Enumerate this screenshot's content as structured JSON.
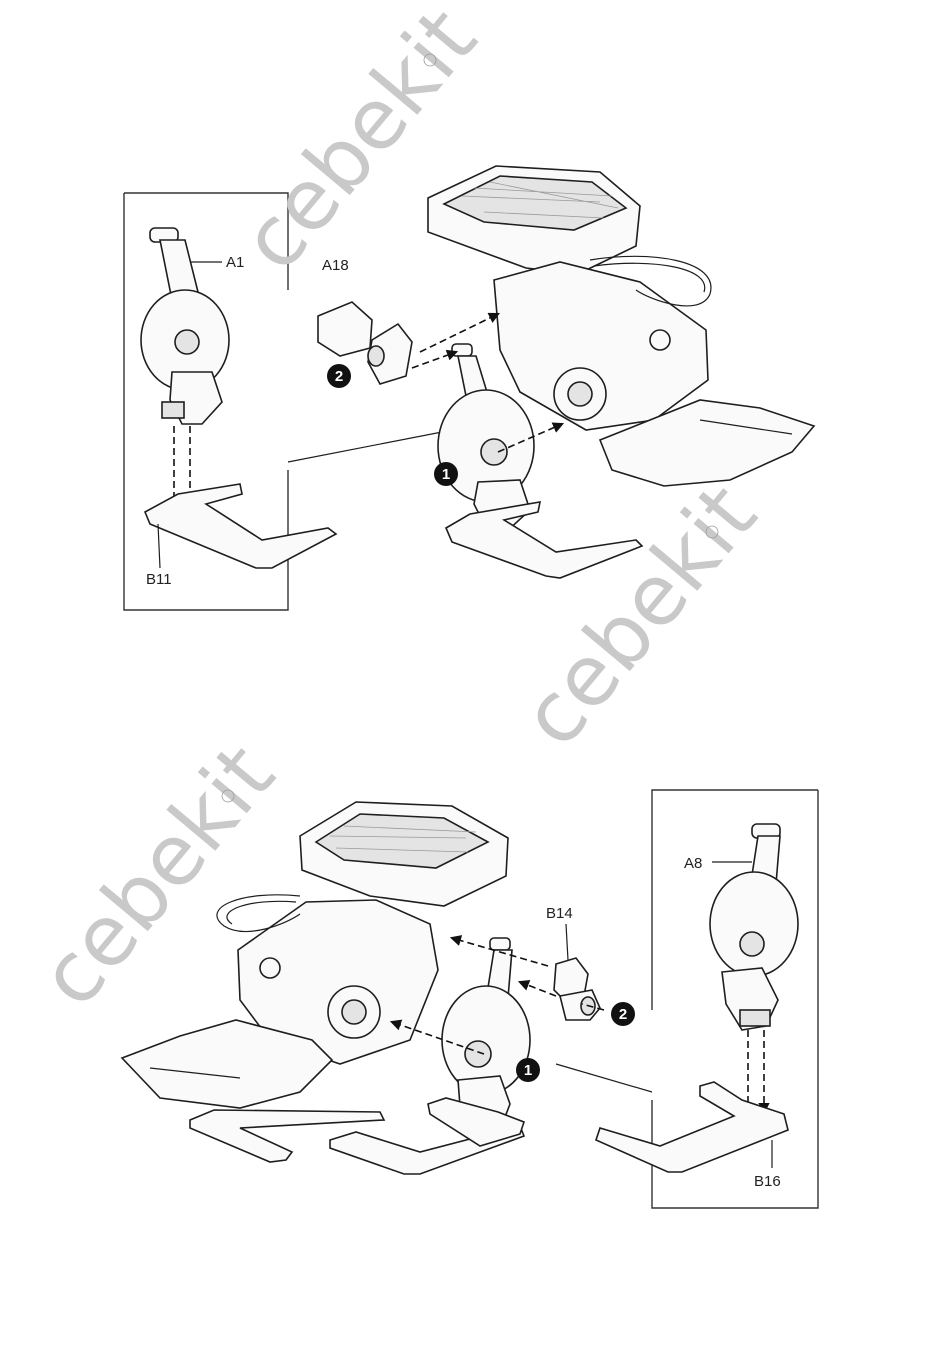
{
  "watermark": {
    "text": "cebekit",
    "color": "#c9c9c9"
  },
  "panel_top": {
    "step_markers": [
      "1",
      "2"
    ],
    "labels": {
      "leg_part": "A1",
      "spacer_part": "A18",
      "foot_part": "B11"
    }
  },
  "panel_bottom": {
    "step_markers": [
      "1",
      "2"
    ],
    "labels": {
      "leg_part": "A8",
      "spacer_part": "B14",
      "foot_part": "B16"
    }
  },
  "icons": [
    "arrow-icon",
    "step-badge-icon"
  ]
}
